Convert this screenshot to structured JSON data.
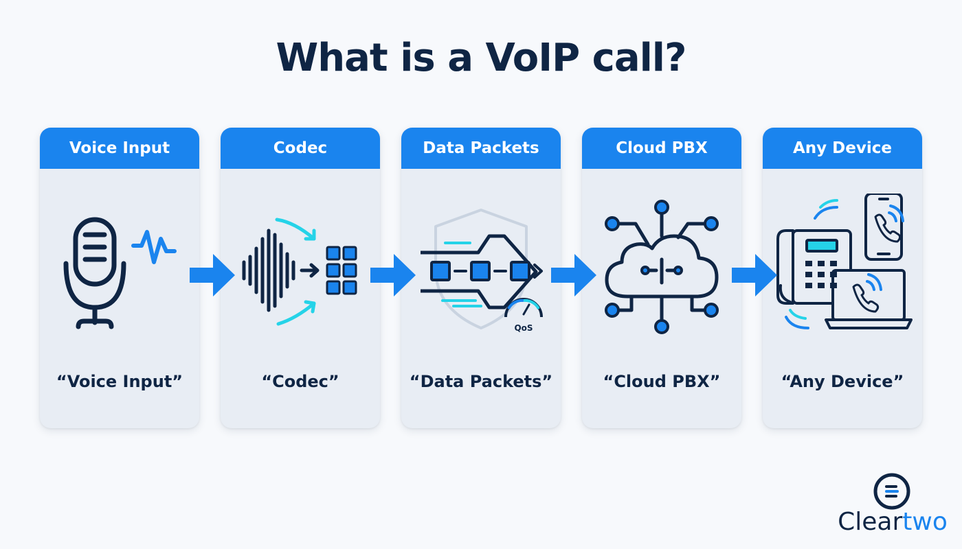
{
  "title": "What is a VoIP call?",
  "colors": {
    "accent": "#1a84ee",
    "navy": "#0f2544",
    "teal": "#25d3e8",
    "card_bg": "#e8edf4"
  },
  "steps": [
    {
      "header": "Voice Input",
      "caption": "“Voice Input”",
      "icon": "microphone-icon"
    },
    {
      "header": "Codec",
      "caption": "“Codec”",
      "icon": "codec-icon"
    },
    {
      "header": "Data Packets",
      "caption": "“Data Packets”",
      "icon": "data-packets-icon",
      "badge": "QoS"
    },
    {
      "header": "Cloud PBX",
      "caption": "“Cloud PBX”",
      "icon": "cloud-network-icon"
    },
    {
      "header": "Any Device",
      "caption": "“Any Device”",
      "icon": "devices-icon"
    }
  ],
  "logo": {
    "brand_main": "Clear",
    "brand_accent": "two"
  }
}
